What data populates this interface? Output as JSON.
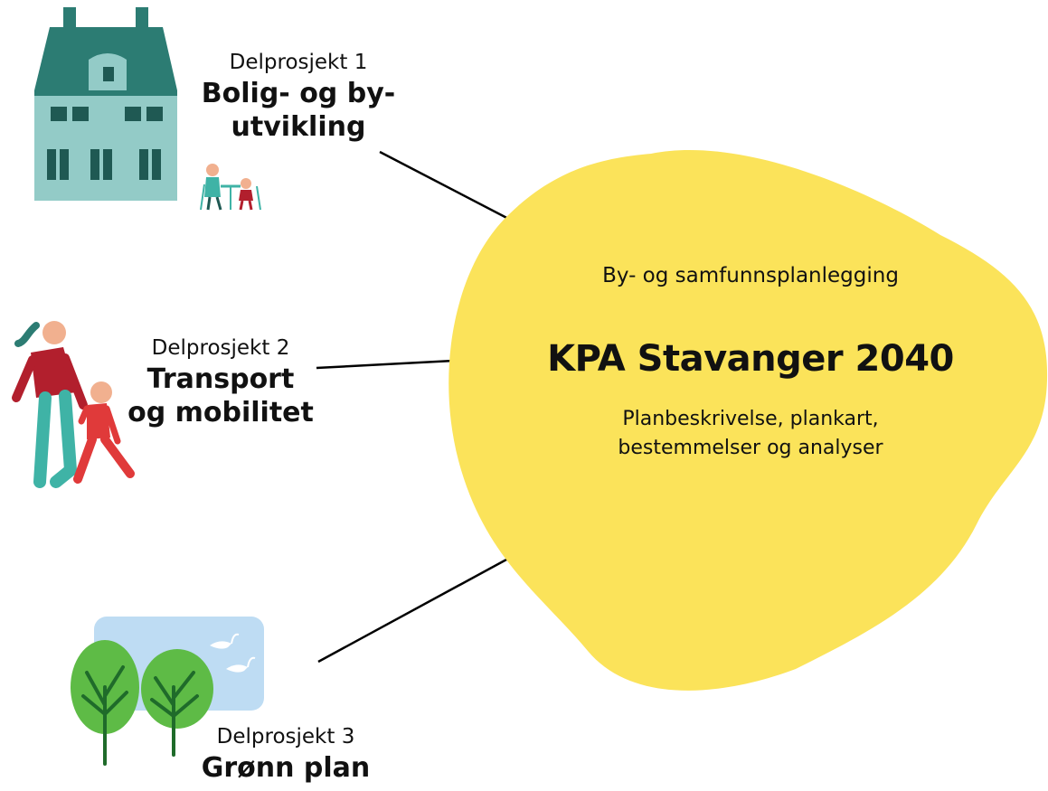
{
  "hub": {
    "subtitle": "By- og samfunnsplanlegging",
    "title": "KPA Stavanger 2040",
    "description_line1": "Planbeskrivelse, plankart,",
    "description_line2": "bestemmelser og analyser"
  },
  "projects": [
    {
      "label": "Delprosjekt 1",
      "title_line1": "Bolig- og by-",
      "title_line2": "utvikling"
    },
    {
      "label": "Delprosjekt 2",
      "title_line1": "Transport",
      "title_line2": "og mobilitet"
    },
    {
      "label": "Delprosjekt 3",
      "title_line1": "Grønn plan",
      "title_line2": ""
    }
  ],
  "colors": {
    "blob": "#fbe35a",
    "building_wall": "#93cbc7",
    "building_roof": "#2c7c73",
    "window": "#1f5953",
    "lake": "#bedcf3",
    "tree_canopy": "#5ebb46",
    "tree_trunk": "#1f6b2a",
    "person_red": "#b21f2d",
    "person_teal": "#3fb3a6",
    "child_red": "#e03a3a",
    "skin": "#f1b08f",
    "connector": "#000000"
  },
  "icons": [
    "house-icon",
    "cafe-people-icon",
    "walking-family-icon",
    "park-lake-icon"
  ]
}
